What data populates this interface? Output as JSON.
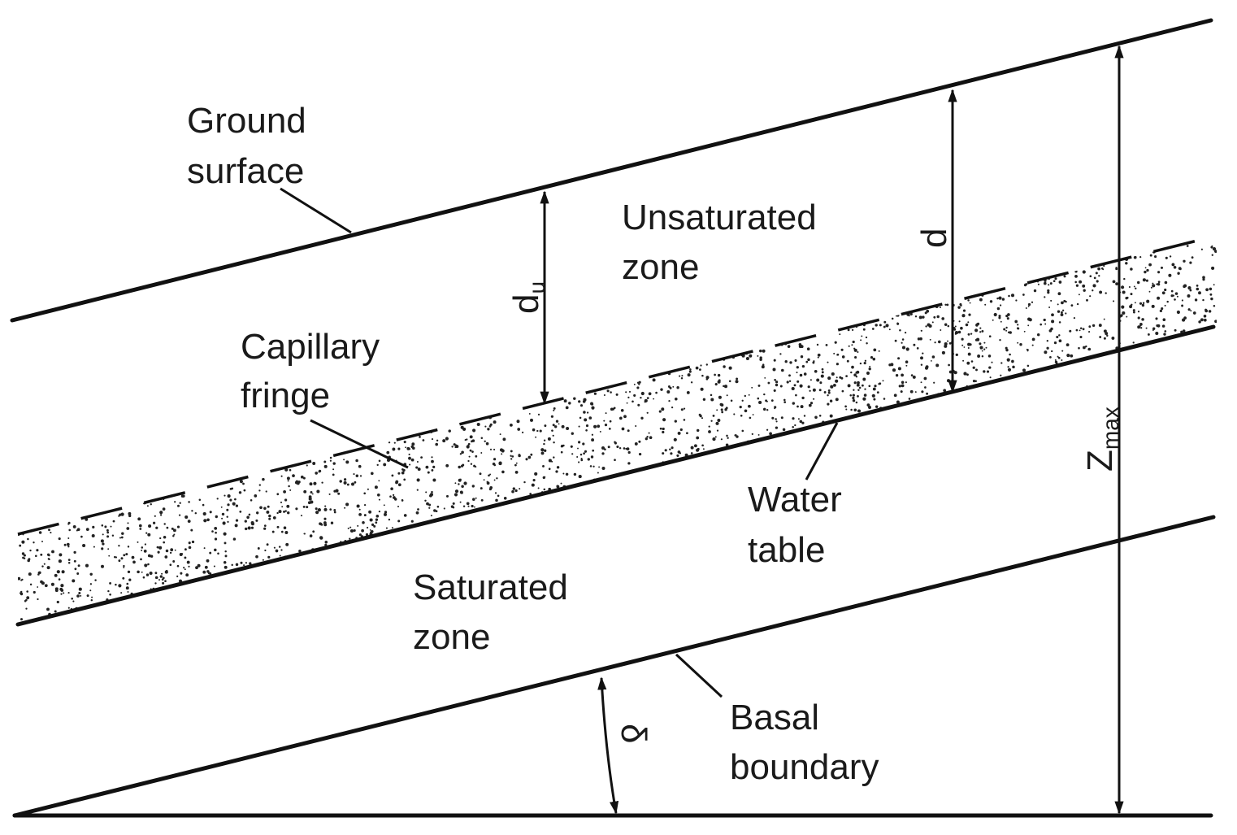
{
  "labels": {
    "ground_surface": [
      "Ground",
      "surface"
    ],
    "unsaturated_zone": [
      "Unsaturated",
      "zone"
    ],
    "capillary_fringe": [
      "Capillary",
      "fringe"
    ],
    "water_table": [
      "Water",
      "table"
    ],
    "saturated_zone": [
      "Saturated",
      "zone"
    ],
    "basal_boundary": [
      "Basal",
      "boundary"
    ]
  },
  "symbols": {
    "du_main": "d",
    "du_sub": "u",
    "d": "d",
    "zmax_main": "Z",
    "zmax_sub": "max",
    "angle": "δ"
  },
  "colors": {
    "line": "#111111",
    "stipple": "#222222",
    "background": "#ffffff"
  }
}
